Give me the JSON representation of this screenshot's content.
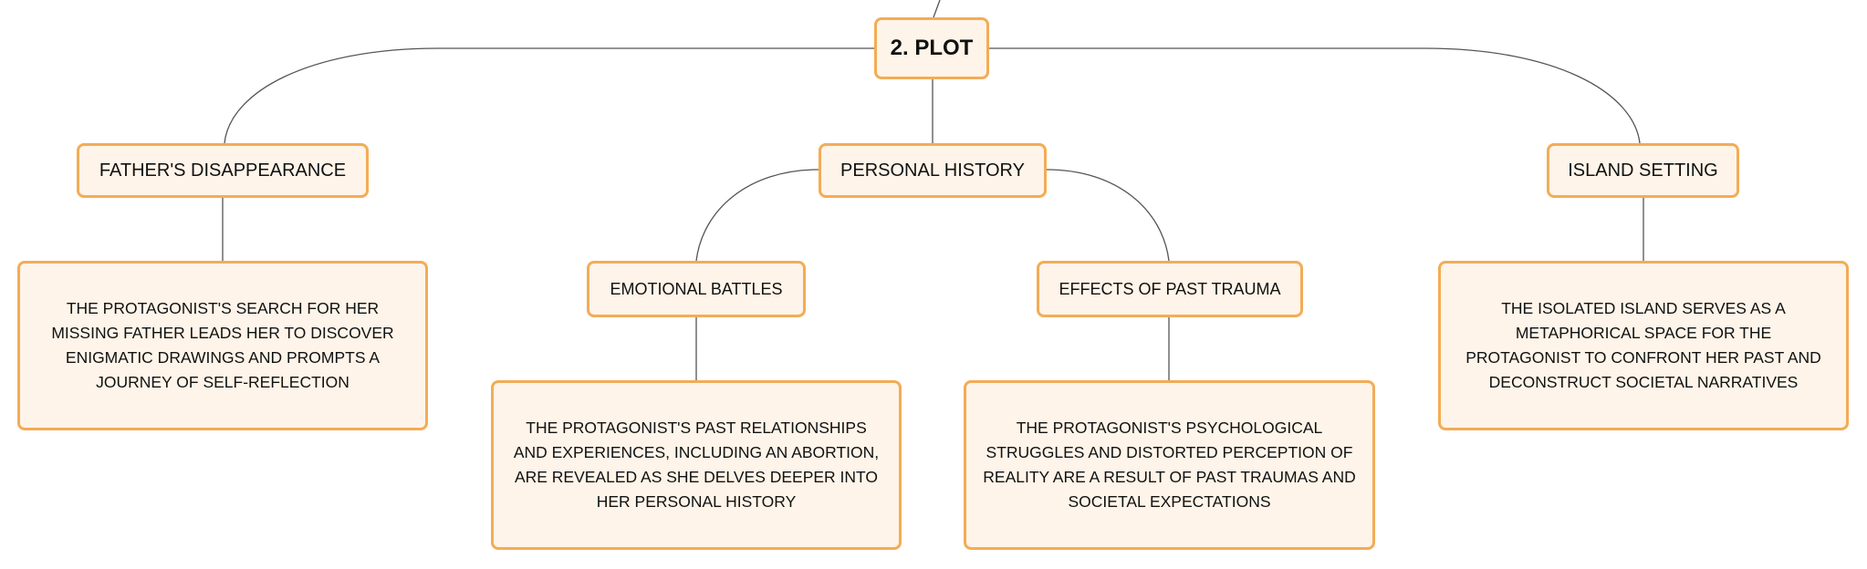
{
  "diagram": {
    "root": {
      "label": "2. PLOT"
    },
    "topics": [
      {
        "id": "father",
        "label": "FATHER'S DISAPPEARANCE",
        "detail": "THE PROTAGONIST'S SEARCH FOR HER MISSING FATHER LEADS HER TO DISCOVER ENIGMATIC DRAWINGS AND PROMPTS A JOURNEY OF SELF-REFLECTION"
      },
      {
        "id": "personal",
        "label": "PERSONAL HISTORY",
        "subtopics": [
          {
            "id": "emotional",
            "label": "EMOTIONAL BATTLES",
            "detail": "THE PROTAGONIST'S PAST RELATIONSHIPS AND EXPERIENCES, INCLUDING AN ABORTION, ARE REVEALED AS SHE DELVES DEEPER INTO HER PERSONAL HISTORY"
          },
          {
            "id": "trauma",
            "label": "EFFECTS OF PAST TRAUMA",
            "detail": "THE PROTAGONIST'S PSYCHOLOGICAL STRUGGLES AND DISTORTED PERCEPTION OF REALITY ARE A RESULT OF PAST TRAUMAS AND SOCIETAL EXPECTATIONS"
          }
        ]
      },
      {
        "id": "island",
        "label": "ISLAND SETTING",
        "detail": "THE ISOLATED ISLAND SERVES AS A METAPHORICAL SPACE FOR THE PROTAGONIST TO CONFRONT HER PAST AND DECONSTRUCT SOCIETAL NARRATIVES"
      }
    ]
  },
  "colors": {
    "node_fill": "#fef4e9",
    "node_border": "#f3ac56",
    "connector": "#555555",
    "text": "#111111"
  }
}
